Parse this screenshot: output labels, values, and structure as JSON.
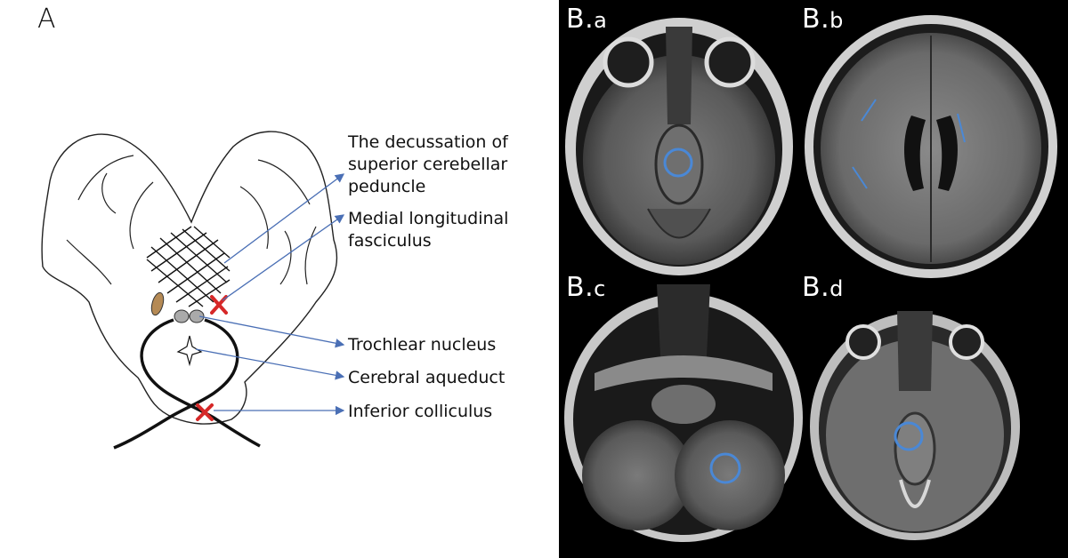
{
  "panel_a": {
    "letter": "A",
    "labels": {
      "scp_decussation_line1": "The decussation of",
      "scp_decussation_line2": "superior cerebellar",
      "scp_decussation_line3": "peduncle",
      "mlf_line1": "Medial longitudinal",
      "mlf_line2": "fasciculus",
      "trochlear_nucleus": "Trochlear nucleus",
      "cerebral_aqueduct": "Cerebral aqueduct",
      "inferior_colliculus": "Inferior colliculus"
    }
  },
  "panel_b": {
    "a": {
      "main": "B.",
      "sub": "a"
    },
    "b": {
      "main": "B.",
      "sub": "b"
    },
    "c": {
      "main": "B.",
      "sub": "c"
    },
    "d": {
      "main": "B.",
      "sub": "d"
    }
  },
  "colors": {
    "arrow": "#4a6fb5",
    "lesion_x": "#d62828",
    "lesion_circle": "#4a88d6",
    "mri_background": "#000000"
  }
}
